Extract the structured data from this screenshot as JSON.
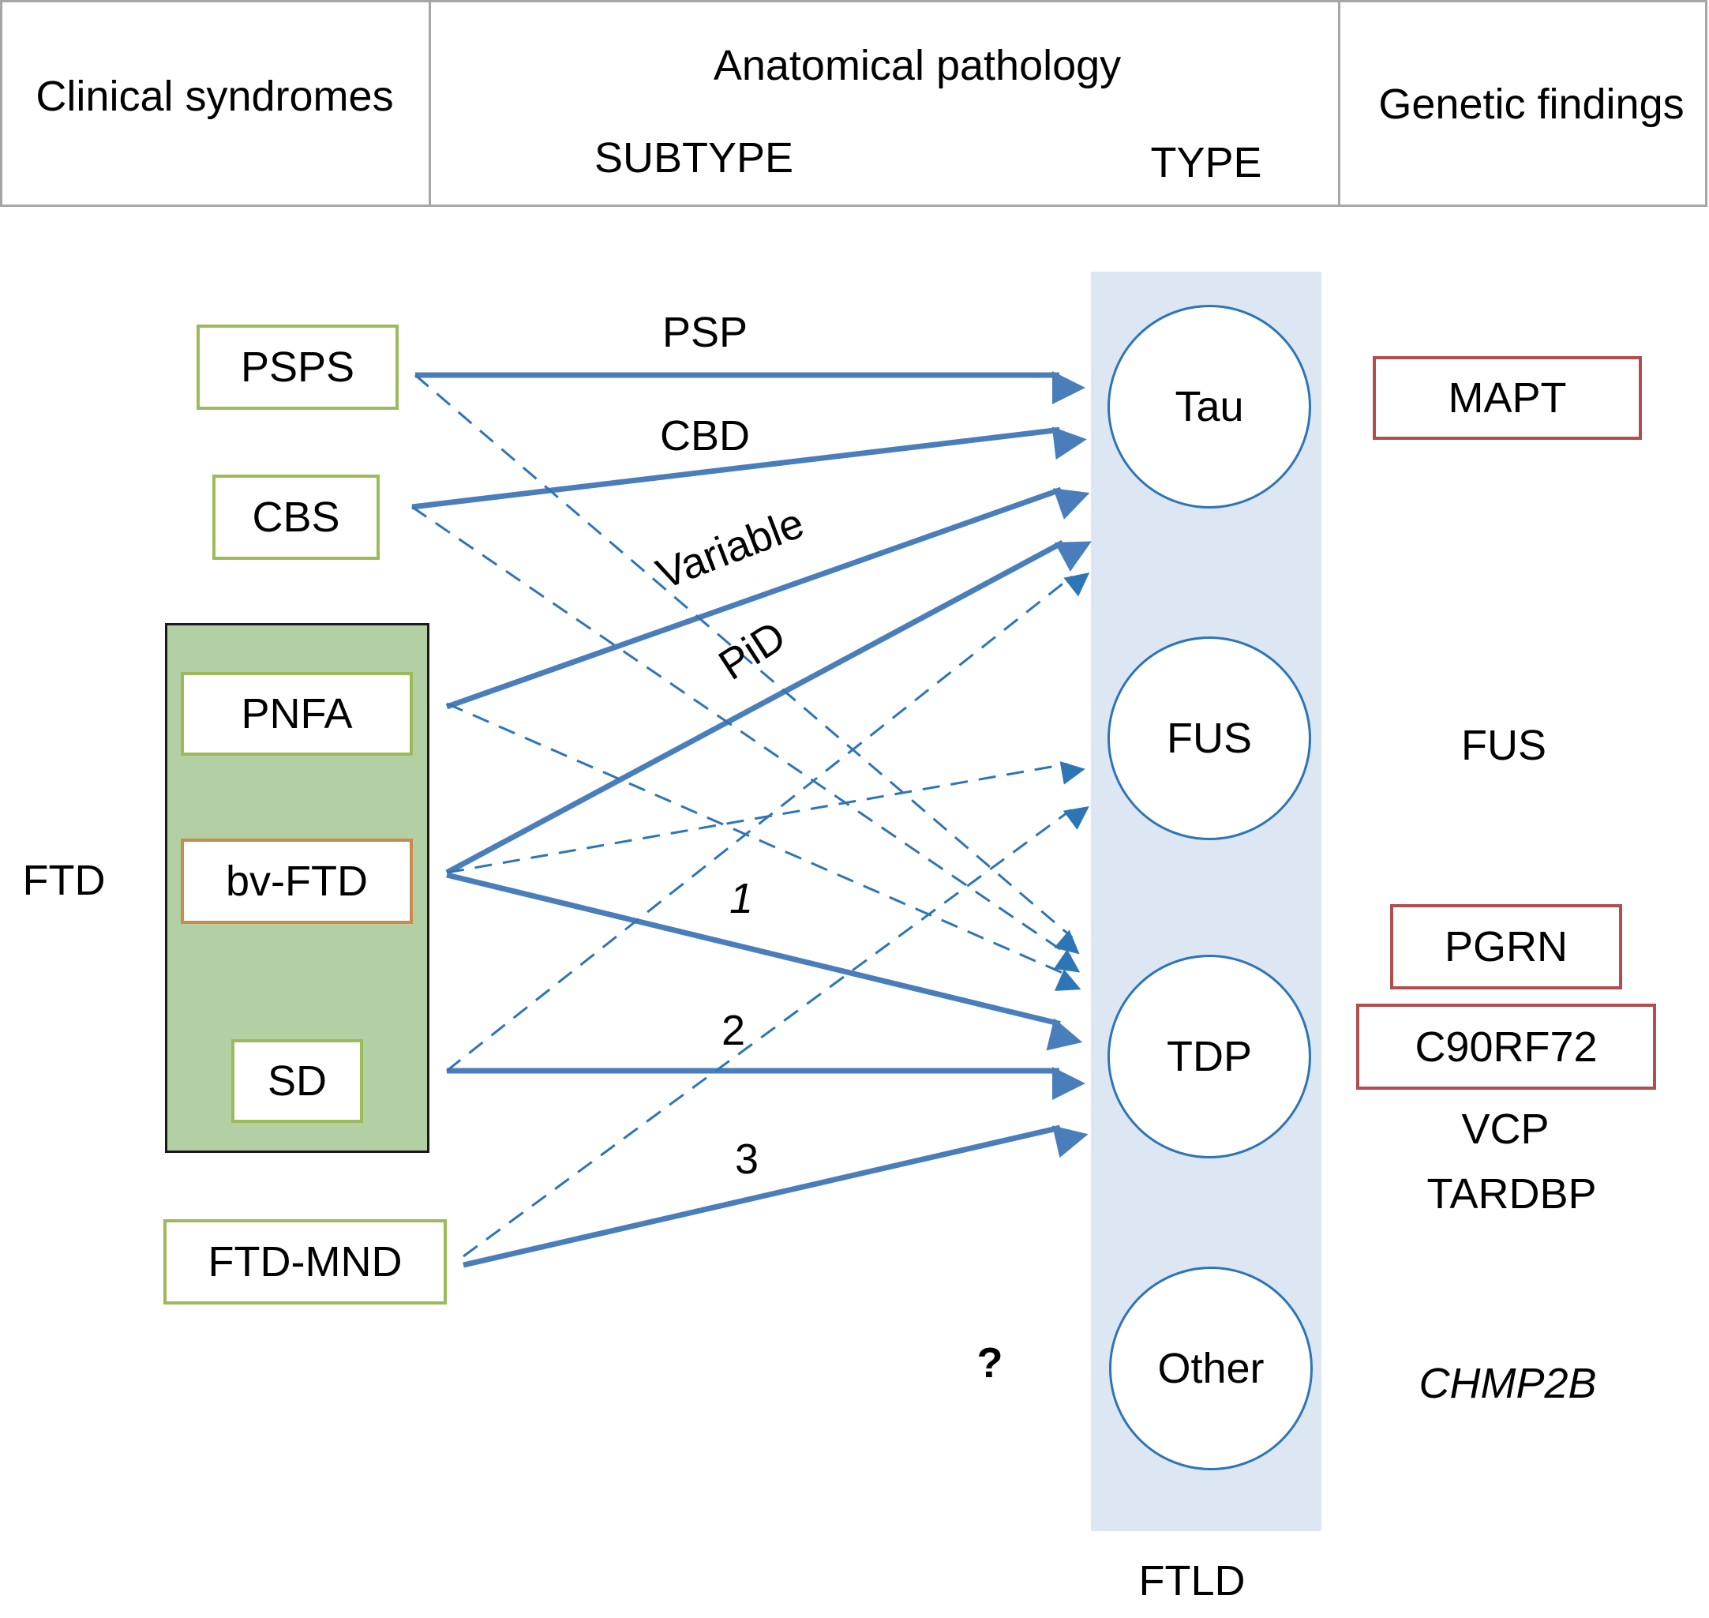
{
  "header": {
    "clinical_syndromes": "Clinical syndromes",
    "anatomical_pathology": "Anatomical pathology",
    "subtype": "SUBTYPE",
    "type": "TYPE",
    "genetic_findings": "Genetic findings"
  },
  "clinical": {
    "psps": "PSPS",
    "cbs": "CBS",
    "ftd_group_label": "FTD",
    "pnfa": "PNFA",
    "bv_ftd": "bv-FTD",
    "sd": "SD",
    "ftd_mnd": "FTD-MND"
  },
  "subtypes": {
    "psp": "PSP",
    "cbd": "CBD",
    "variable": "Variable",
    "pid": "PiD",
    "tdp1": "1",
    "tdp2": "2",
    "tdp3": "3",
    "unknown": "?"
  },
  "types": {
    "tau": "Tau",
    "fus": "FUS",
    "tdp": "TDP",
    "other": "Other",
    "column_label": "FTLD"
  },
  "genes": {
    "mapt": "MAPT",
    "fus": "FUS",
    "pgrn": "PGRN",
    "c9orf72": "C90RF72",
    "vcp": "VCP",
    "tardbp": "TARDBP",
    "chmp2b": "CHMP2B"
  },
  "colors": {
    "solid_arrow": "#4a7ebb",
    "dashed_arrow": "#2e75b6",
    "clinical_box_border": "#9bbb59",
    "bvftd_box_border": "#c98a4b",
    "gene_box_border": "#b24e4e",
    "ftd_group_fill": "#b2d0a4",
    "ftld_column_fill": "#dde7f3"
  },
  "connections": [
    {
      "from": "PSPS",
      "to": "Tau",
      "style": "solid",
      "label": "PSP"
    },
    {
      "from": "CBS",
      "to": "Tau",
      "style": "solid",
      "label": "CBD"
    },
    {
      "from": "PNFA",
      "to": "Tau",
      "style": "solid",
      "label": "Variable"
    },
    {
      "from": "bv-FTD",
      "to": "Tau",
      "style": "solid",
      "label": "PiD"
    },
    {
      "from": "bv-FTD",
      "to": "TDP",
      "style": "solid",
      "label": "1"
    },
    {
      "from": "SD",
      "to": "TDP",
      "style": "solid",
      "label": "2"
    },
    {
      "from": "FTD-MND",
      "to": "TDP",
      "style": "solid",
      "label": "3"
    },
    {
      "from": "PSPS",
      "to": "TDP",
      "style": "dashed"
    },
    {
      "from": "CBS",
      "to": "TDP",
      "style": "dashed"
    },
    {
      "from": "PNFA",
      "to": "TDP",
      "style": "dashed"
    },
    {
      "from": "bv-FTD",
      "to": "FUS",
      "style": "dashed"
    },
    {
      "from": "SD",
      "to": "Tau",
      "style": "dashed"
    },
    {
      "from": "FTD-MND",
      "to": "FUS",
      "style": "dashed"
    }
  ]
}
